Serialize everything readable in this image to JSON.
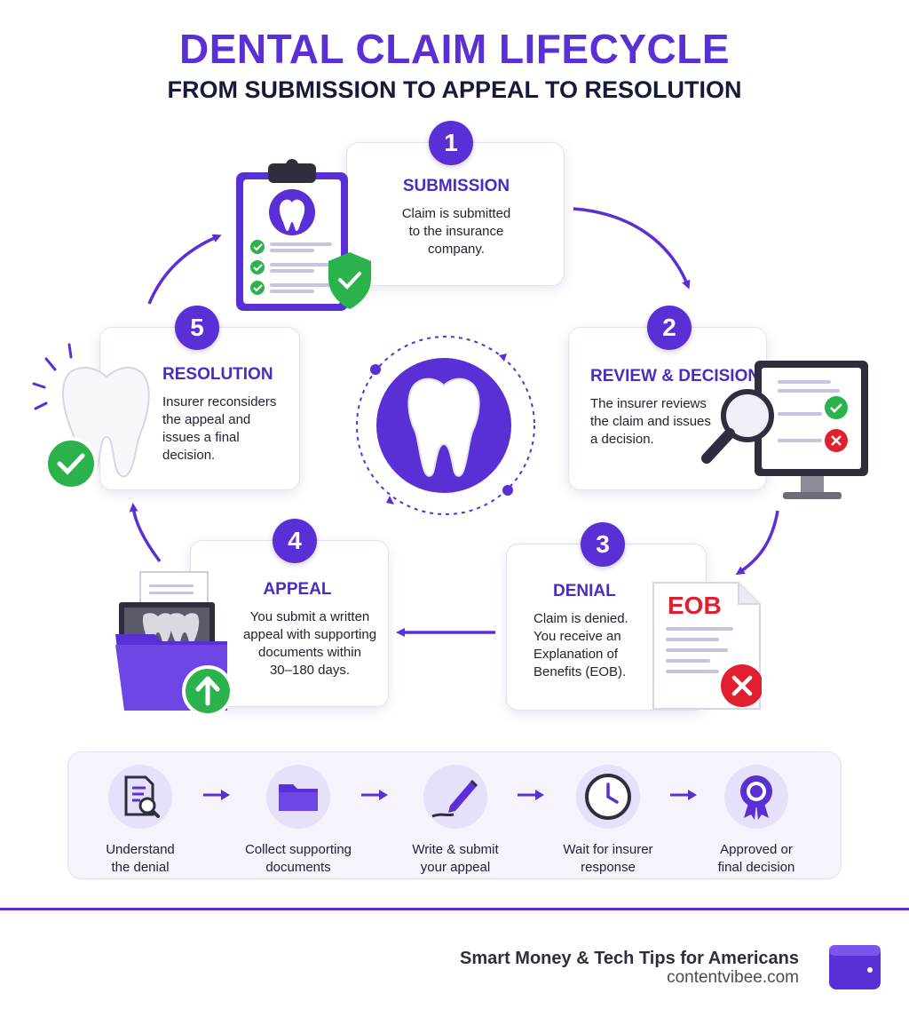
{
  "title": "DENTAL CLAIM LIFECYCLE",
  "subtitle": "FROM SUBMISSION TO APPEAL TO RESOLUTION",
  "stages": [
    {
      "number": "1",
      "title": "SUBMISSION",
      "description_lines": [
        "Claim is submitted",
        "to the insurance",
        "company."
      ]
    },
    {
      "number": "2",
      "title": "REVIEW & DECISION",
      "description_lines": [
        "The insurer reviews",
        "the claim and issues",
        "a decision."
      ]
    },
    {
      "number": "3",
      "title": "DENIAL",
      "description_lines": [
        "Claim is denied.",
        "You receive an",
        "Explanation of",
        "Benefits (EOB)."
      ],
      "document_label": "EOB"
    },
    {
      "number": "4",
      "title": "APPEAL",
      "description_lines": [
        "You submit a written",
        "appeal with supporting",
        "documents within",
        "30–180 days."
      ]
    },
    {
      "number": "5",
      "title": "RESOLUTION",
      "description_lines": [
        "Insurer reconsiders",
        "the appeal and",
        "issues a final",
        "decision."
      ]
    }
  ],
  "process_steps": [
    {
      "label_lines": [
        "Understand",
        "the denial"
      ],
      "icon": "document-search-icon"
    },
    {
      "label_lines": [
        "Collect supporting",
        "documents"
      ],
      "icon": "folder-icon"
    },
    {
      "label_lines": [
        "Write & submit",
        "your appeal"
      ],
      "icon": "pen-icon"
    },
    {
      "label_lines": [
        "Wait for insurer",
        "response"
      ],
      "icon": "clock-icon"
    },
    {
      "label_lines": [
        "Approved or",
        "final decision"
      ],
      "icon": "award-ribbon-icon"
    }
  ],
  "footer": {
    "tagline": "Smart Money & Tech Tips for Americans",
    "url": "contentvibee.com"
  },
  "colors": {
    "accent": "#5b2fd6",
    "success": "#2bb24c",
    "error": "#e0202e"
  }
}
